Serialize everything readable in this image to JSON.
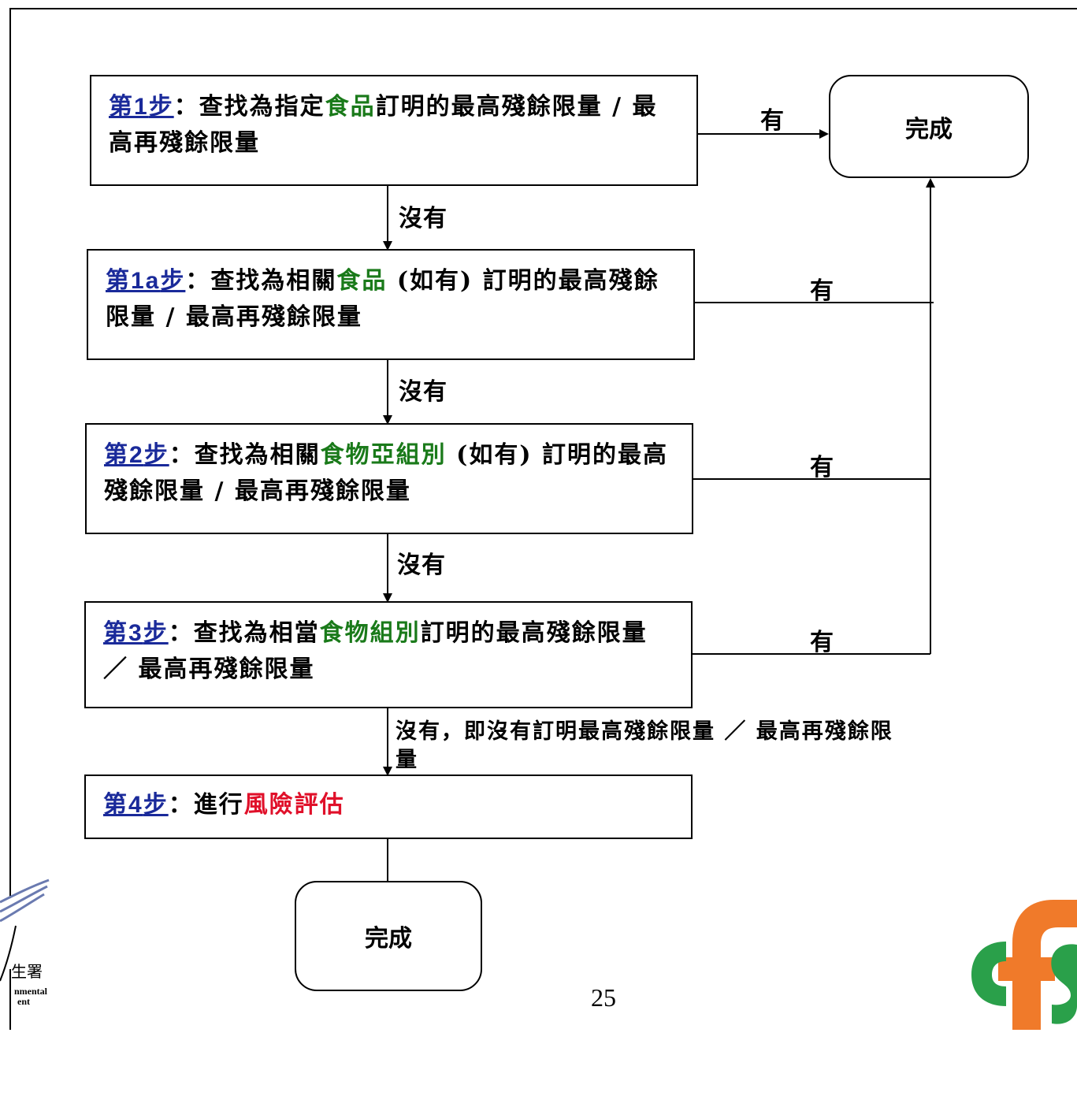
{
  "steps": [
    {
      "label": "第",
      "num": "1",
      "suffix": "步",
      "colon": "：",
      "parts": [
        "查找為指定",
        "食品",
        "訂明的最高殘餘限量 / 最高再殘餘限量"
      ]
    },
    {
      "label": "第",
      "num": "1a",
      "suffix": "步",
      "colon": "：",
      "parts": [
        "查找為相關",
        "食品",
        " (如有) 訂明的最高殘餘限量 / 最高再殘餘限量"
      ]
    },
    {
      "label": "第",
      "num": "2",
      "suffix": "步",
      "colon": "：",
      "parts": [
        "查找為相關",
        "食物亞組別",
        " (如有) 訂明的最高殘餘限量 / 最高再殘餘限量"
      ]
    },
    {
      "label": "第",
      "num": "3",
      "suffix": "步",
      "colon": "：",
      "parts": [
        "查找為相當",
        "食物組別",
        "訂明的最高殘餘限量 ／ 最高再殘餘限量"
      ]
    },
    {
      "label": "第",
      "num": "4",
      "suffix": "步",
      "colon": "：",
      "parts": [
        "進行",
        "風險評估"
      ]
    }
  ],
  "done_label": "完成",
  "yes_label": "有",
  "no_label": "沒有",
  "final_no_label": "沒有，即沒有訂明最高殘餘限量 ／ 最高再殘餘限量",
  "page_number": "25",
  "colors": {
    "accent_green": "#1a7a1a",
    "accent_red": "#e0102a",
    "step_blue": "#1a2a9a"
  }
}
